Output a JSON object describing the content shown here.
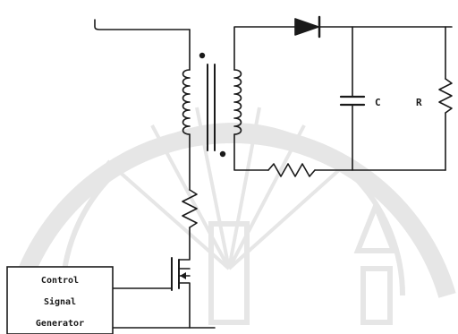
{
  "labels": {
    "capacitor": "C",
    "resistor": "R"
  },
  "generator": {
    "lines": [
      "Control",
      "Signal",
      "Generator"
    ]
  },
  "colors": {
    "ink": "#1a1a1a",
    "watermark": "#e6e6e6"
  }
}
